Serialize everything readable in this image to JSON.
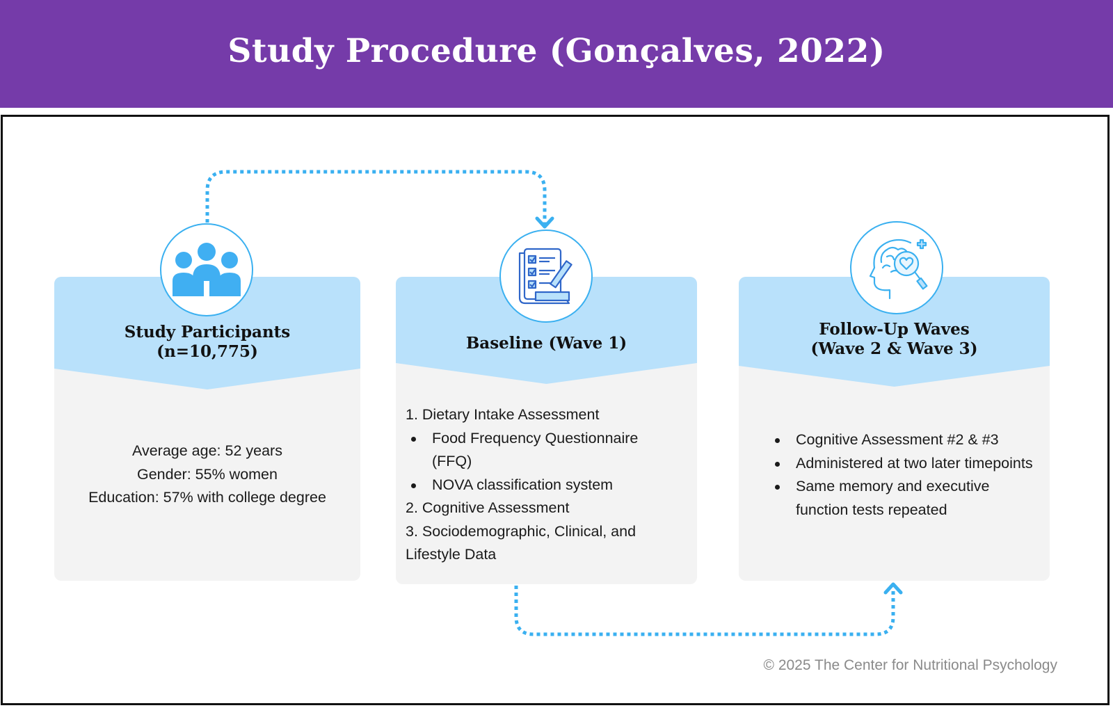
{
  "header": {
    "title": "Study Procedure (Gonçalves, 2022)"
  },
  "colors": {
    "header_bg": "#753ba9",
    "card_head": "#b9e1fb",
    "card_body": "#f3f3f3",
    "accent": "#3ab0f0",
    "icon": "#40aff2"
  },
  "cards": [
    {
      "icon": "people-group-icon",
      "title_lines": [
        "Study Participants",
        "(n=10,775)"
      ],
      "lines": [
        "Average age: 52 years",
        "Gender: 55% women",
        "Education: 57% with college degree"
      ]
    },
    {
      "icon": "checklist-clipboard-icon",
      "title_lines": [
        "Baseline (Wave 1)"
      ],
      "items": [
        "1. Dietary Intake Assessment",
        "Food Frequency Questionnaire (FFQ)",
        "NOVA classification system",
        "2. Cognitive Assessment",
        "3. Sociodemographic, Clinical, and Lifestyle Data"
      ]
    },
    {
      "icon": "brain-search-icon",
      "title_lines": [
        "Follow-Up Waves",
        "(Wave 2 & Wave 3)"
      ],
      "bullets": [
        "Cognitive Assessment #2 & #3",
        "Administered at two later timepoints",
        "Same memory and executive function tests repeated"
      ]
    }
  ],
  "footer": {
    "copyright": "© 2025 The Center for Nutritional Psychology"
  }
}
